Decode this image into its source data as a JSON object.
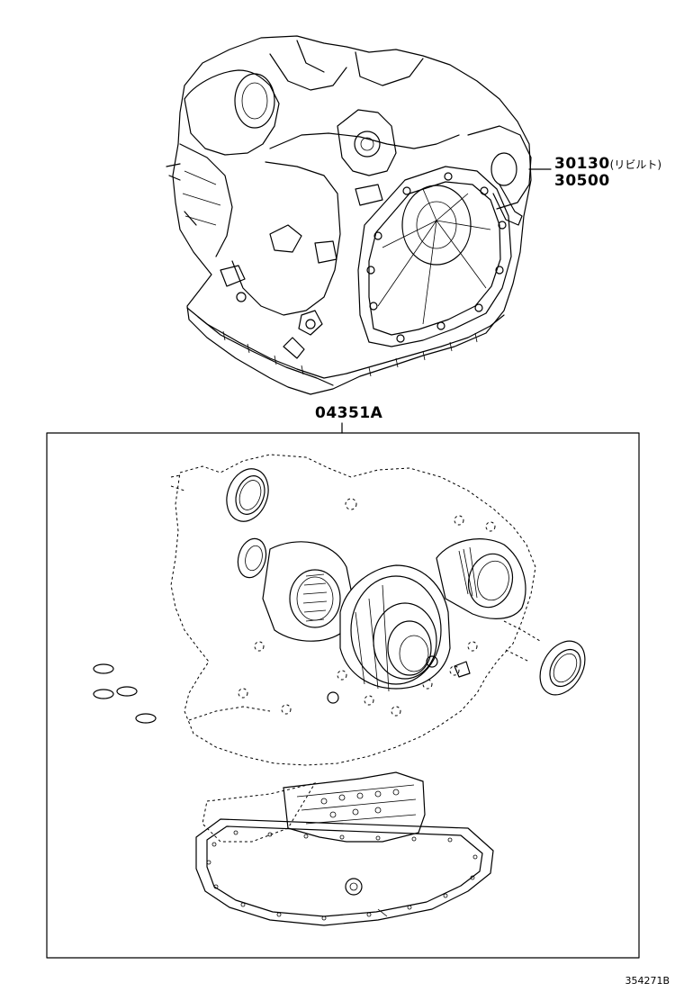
{
  "diagram": {
    "callouts": {
      "assembly_part_1": "30130",
      "assembly_part_1_note": "(リビルト)",
      "assembly_part_2": "30500",
      "gasket_kit_part": "04351A"
    },
    "figure_id": "354271B"
  }
}
